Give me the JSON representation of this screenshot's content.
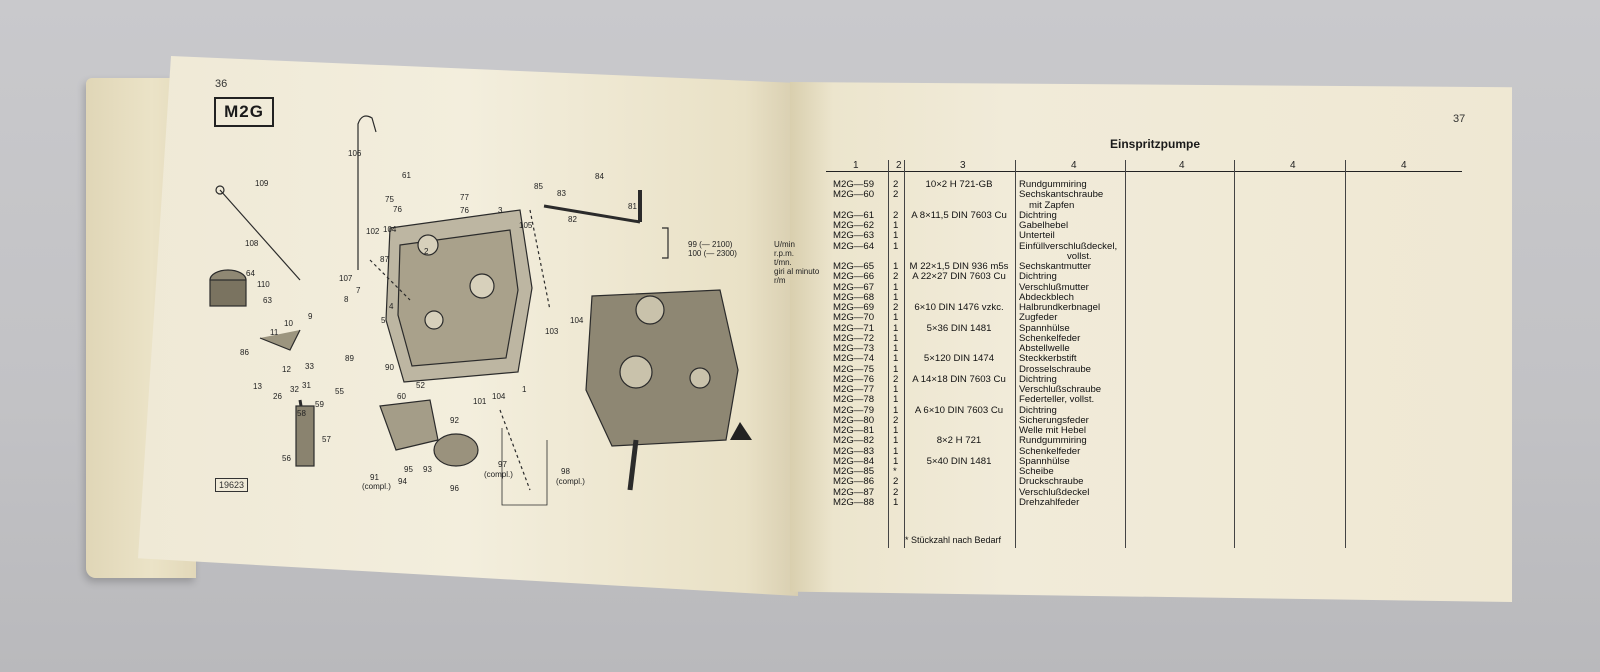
{
  "left_page": {
    "page_number": "36",
    "section_label": "M2G",
    "figure_number": "19623",
    "speed_labels": {
      "line1": "99 (— 2100)",
      "line2": "100 (— 2300)",
      "units": [
        "U/min",
        "r.p.m.",
        "t/mn.",
        "giri al minuto",
        "r/m"
      ]
    },
    "callouts": [
      {
        "t": "109"
      },
      {
        "t": "108"
      },
      {
        "t": "106"
      },
      {
        "t": "61"
      },
      {
        "t": "75"
      },
      {
        "t": "76"
      },
      {
        "t": "77"
      },
      {
        "t": "76"
      },
      {
        "t": "3"
      },
      {
        "t": "85"
      },
      {
        "t": "83"
      },
      {
        "t": "82"
      },
      {
        "t": "84"
      },
      {
        "t": "81"
      },
      {
        "t": "105"
      },
      {
        "t": "102"
      },
      {
        "t": "104"
      },
      {
        "t": "2"
      },
      {
        "t": "107"
      },
      {
        "t": "87"
      },
      {
        "t": "64"
      },
      {
        "t": "110"
      },
      {
        "t": "63"
      },
      {
        "t": "7"
      },
      {
        "t": "8"
      },
      {
        "t": "9"
      },
      {
        "t": "10"
      },
      {
        "t": "11"
      },
      {
        "t": "4"
      },
      {
        "t": "5"
      },
      {
        "t": "103"
      },
      {
        "t": "104"
      },
      {
        "t": "86"
      },
      {
        "t": "12"
      },
      {
        "t": "33"
      },
      {
        "t": "13"
      },
      {
        "t": "32"
      },
      {
        "t": "31"
      },
      {
        "t": "26"
      },
      {
        "t": "89"
      },
      {
        "t": "90"
      },
      {
        "t": "55"
      },
      {
        "t": "60"
      },
      {
        "t": "59"
      },
      {
        "t": "58"
      },
      {
        "t": "52"
      },
      {
        "t": "101"
      },
      {
        "t": "104"
      },
      {
        "t": "1"
      },
      {
        "t": "57"
      },
      {
        "t": "92"
      },
      {
        "t": "56"
      },
      {
        "t": "91"
      },
      {
        "t": "(compl.)"
      },
      {
        "t": "94"
      },
      {
        "t": "95"
      },
      {
        "t": "93"
      },
      {
        "t": "96"
      },
      {
        "t": "97"
      },
      {
        "t": "(compl.)"
      },
      {
        "t": "98"
      },
      {
        "t": "(compl.)"
      }
    ]
  },
  "right_page": {
    "page_number": "37",
    "title": "Einspritzpumpe",
    "columns": [
      "1",
      "2",
      "3",
      "4",
      "4",
      "4",
      "4"
    ],
    "rows": [
      {
        "code": "M2G—59",
        "qty": "2",
        "spec": "10×2 H 721-GB",
        "desc": "Rundgummiring"
      },
      {
        "code": "M2G—60",
        "qty": "2",
        "spec": "",
        "desc": "Sechskantschraube"
      },
      {
        "code": "",
        "qty": "",
        "spec": "",
        "desc": "mit Zapfen"
      },
      {
        "code": "M2G—61",
        "qty": "2",
        "spec": "A 8×11,5 DIN 7603 Cu",
        "desc": "Dichtring"
      },
      {
        "code": "M2G—62",
        "qty": "1",
        "spec": "",
        "desc": "Gabelhebel"
      },
      {
        "code": "M2G—63",
        "qty": "1",
        "spec": "",
        "desc": "Unterteil"
      },
      {
        "code": "M2G—64",
        "qty": "1",
        "spec": "",
        "desc": "Einfüllverschlußdeckel,"
      },
      {
        "code": "",
        "qty": "",
        "spec": "",
        "desc": "vollst."
      },
      {
        "code": "M2G—65",
        "qty": "1",
        "spec": "M 22×1,5 DIN 936 m5s",
        "desc": "Sechskantmutter"
      },
      {
        "code": "M2G—66",
        "qty": "2",
        "spec": "A 22×27 DIN 7603 Cu",
        "desc": "Dichtring"
      },
      {
        "code": "M2G—67",
        "qty": "1",
        "spec": "",
        "desc": "Verschlußmutter"
      },
      {
        "code": "M2G—68",
        "qty": "1",
        "spec": "",
        "desc": "Abdeckblech"
      },
      {
        "code": "M2G—69",
        "qty": "2",
        "spec": "6×10 DIN 1476 vzkc.",
        "desc": "Halbrundkerbnagel"
      },
      {
        "code": "M2G—70",
        "qty": "1",
        "spec": "",
        "desc": "Zugfeder"
      },
      {
        "code": "M2G—71",
        "qty": "1",
        "spec": "5×36 DIN 1481",
        "desc": "Spannhülse"
      },
      {
        "code": "M2G—72",
        "qty": "1",
        "spec": "",
        "desc": "Schenkelfeder"
      },
      {
        "code": "M2G—73",
        "qty": "1",
        "spec": "",
        "desc": "Abstellwelle"
      },
      {
        "code": "M2G—74",
        "qty": "1",
        "spec": "5×120 DIN 1474",
        "desc": "Steckkerbstift"
      },
      {
        "code": "M2G—75",
        "qty": "1",
        "spec": "",
        "desc": "Drosselschraube"
      },
      {
        "code": "M2G—76",
        "qty": "2",
        "spec": "A 14×18 DIN 7603 Cu",
        "desc": "Dichtring"
      },
      {
        "code": "M2G—77",
        "qty": "1",
        "spec": "",
        "desc": "Verschlußschraube"
      },
      {
        "code": "M2G—78",
        "qty": "1",
        "spec": "",
        "desc": "Federteller, vollst."
      },
      {
        "code": "M2G—79",
        "qty": "1",
        "spec": "A 6×10 DIN 7603 Cu",
        "desc": "Dichtring"
      },
      {
        "code": "M2G—80",
        "qty": "2",
        "spec": "",
        "desc": "Sicherungsfeder"
      },
      {
        "code": "M2G—81",
        "qty": "1",
        "spec": "",
        "desc": "Welle mit Hebel"
      },
      {
        "code": "M2G—82",
        "qty": "1",
        "spec": "8×2 H 721",
        "desc": "Rundgummiring"
      },
      {
        "code": "M2G—83",
        "qty": "1",
        "spec": "",
        "desc": "Schenkelfeder"
      },
      {
        "code": "M2G—84",
        "qty": "1",
        "spec": "5×40 DIN 1481",
        "desc": "Spannhülse"
      },
      {
        "code": "M2G—85",
        "qty": "*",
        "spec": "",
        "desc": "Scheibe"
      },
      {
        "code": "M2G—86",
        "qty": "2",
        "spec": "",
        "desc": "Druckschraube"
      },
      {
        "code": "M2G—87",
        "qty": "2",
        "spec": "",
        "desc": "Verschlußdeckel"
      },
      {
        "code": "M2G—88",
        "qty": "1",
        "spec": "",
        "desc": "Drehzahlfeder"
      }
    ],
    "footnote": "* Stückzahl nach Bedarf"
  }
}
